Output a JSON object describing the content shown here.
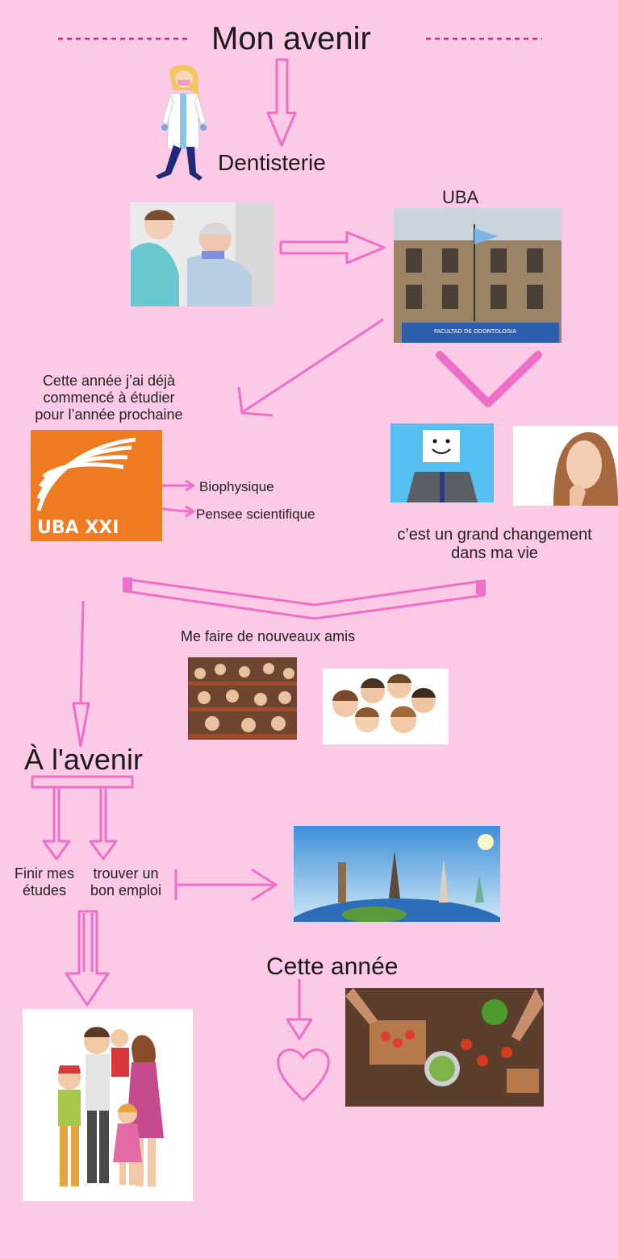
{
  "title": "Mon avenir",
  "dentistry": "Dentisterie",
  "uba": "UBA",
  "already_studying": [
    "Cette année j’ai déjà",
    "commencé à étudier",
    "pour l’année prochaine"
  ],
  "uba_xxi_logo": "UBA XXI",
  "subjects": [
    "Biophysique",
    "Pensee scientifique"
  ],
  "big_change": [
    "c’est un grand changement",
    "dans ma vie"
  ],
  "new_friends": "Me faire de nouveaux amis",
  "future": "À l'avenir",
  "goals": {
    "finish_studies": [
      "Finir mes",
      "études"
    ],
    "find_job": [
      "trouver un",
      "bon emploi"
    ]
  },
  "this_year": "Cette année",
  "colors": {
    "background": "#fcc9e6",
    "arrow": "#f06fc6",
    "dashes": "#d02a80",
    "uba_orange": "#ef7b22"
  }
}
